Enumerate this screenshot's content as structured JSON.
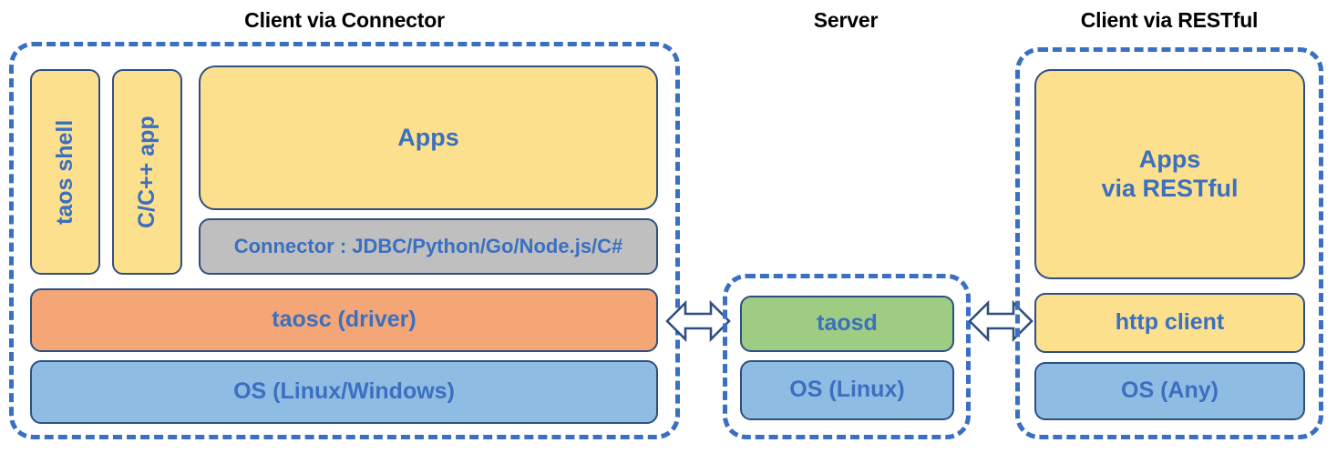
{
  "diagram": {
    "title_left": "Client via Connector",
    "title_middle": "Server",
    "title_right": "Client via RESTful",
    "colors": {
      "frame_dash": "#3A6FC4",
      "node_border": "#2F4F82",
      "text": "#3B6FC0",
      "caption": "#000000",
      "yellow": "#FCE08D",
      "gray": "#BFBFBF",
      "orange": "#F4A676",
      "blue": "#8FBCE3",
      "green": "#9ECC82"
    }
  },
  "left_group": {
    "taos_shell": "taos shell",
    "c_cpp_app": "C/C++ app",
    "apps": "Apps",
    "connector": "Connector : JDBC/Python/Go/Node.js/C#",
    "taosc": "taosc (driver)",
    "os": "OS (Linux/Windows)"
  },
  "server_group": {
    "taosd": "taosd",
    "os": "OS (Linux)"
  },
  "right_group": {
    "apps": "Apps\nvia RESTful",
    "http_client": "http client",
    "os": "OS (Any)"
  },
  "connectors": {
    "left_arrow_label": "bidirectional-arrow",
    "right_arrow_label": "bidirectional-arrow"
  }
}
